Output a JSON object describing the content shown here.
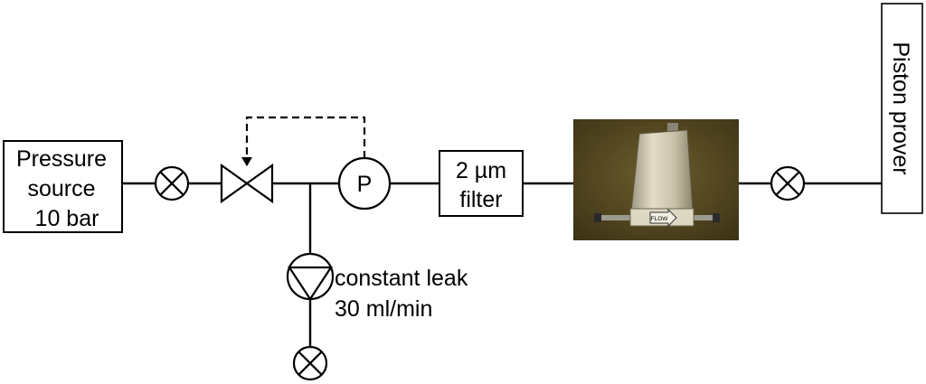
{
  "pressure_source": {
    "line1": "Pressure",
    "line2": "source",
    "line3": "10 bar"
  },
  "regulator": {
    "gauge_label": "P"
  },
  "filter": {
    "line1": "2 µm",
    "line2": "filter"
  },
  "leak": {
    "line1": "constant leak",
    "line2": "30 ml/min"
  },
  "flow_meter": {
    "label": "FLOW"
  },
  "piston_prover": {
    "label": "Piston prover"
  },
  "colors": {
    "line": "#000000",
    "photo_bg": "#4b3f1d",
    "device_body": "#cfc9b6"
  }
}
